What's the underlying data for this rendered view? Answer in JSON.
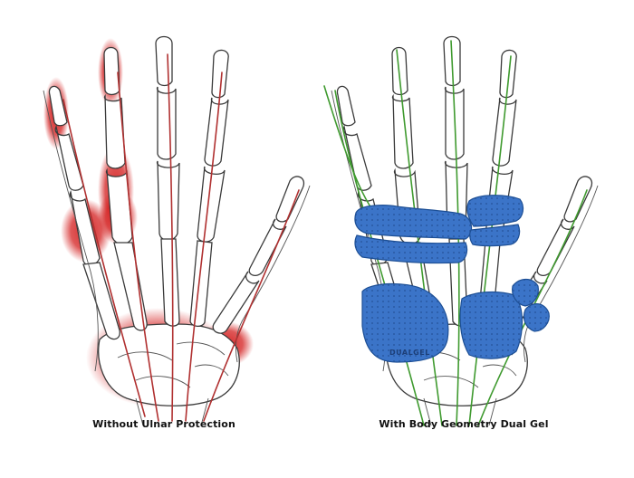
{
  "captions": {
    "left": "Without Ulnar Protection",
    "right": "With Body Geometry Dual Gel"
  },
  "pad_logo": "DUALGEL",
  "colors": {
    "background": "#ffffff",
    "inflammation": "#d42020",
    "tendon_left": "#b03030",
    "tendon_right": "#3f9a2f",
    "gel_pad": "#3b74c8",
    "bone_outline": "#3a3a3a"
  },
  "icons": [
    "hand-skeleton-icon",
    "gel-pad-icon"
  ]
}
